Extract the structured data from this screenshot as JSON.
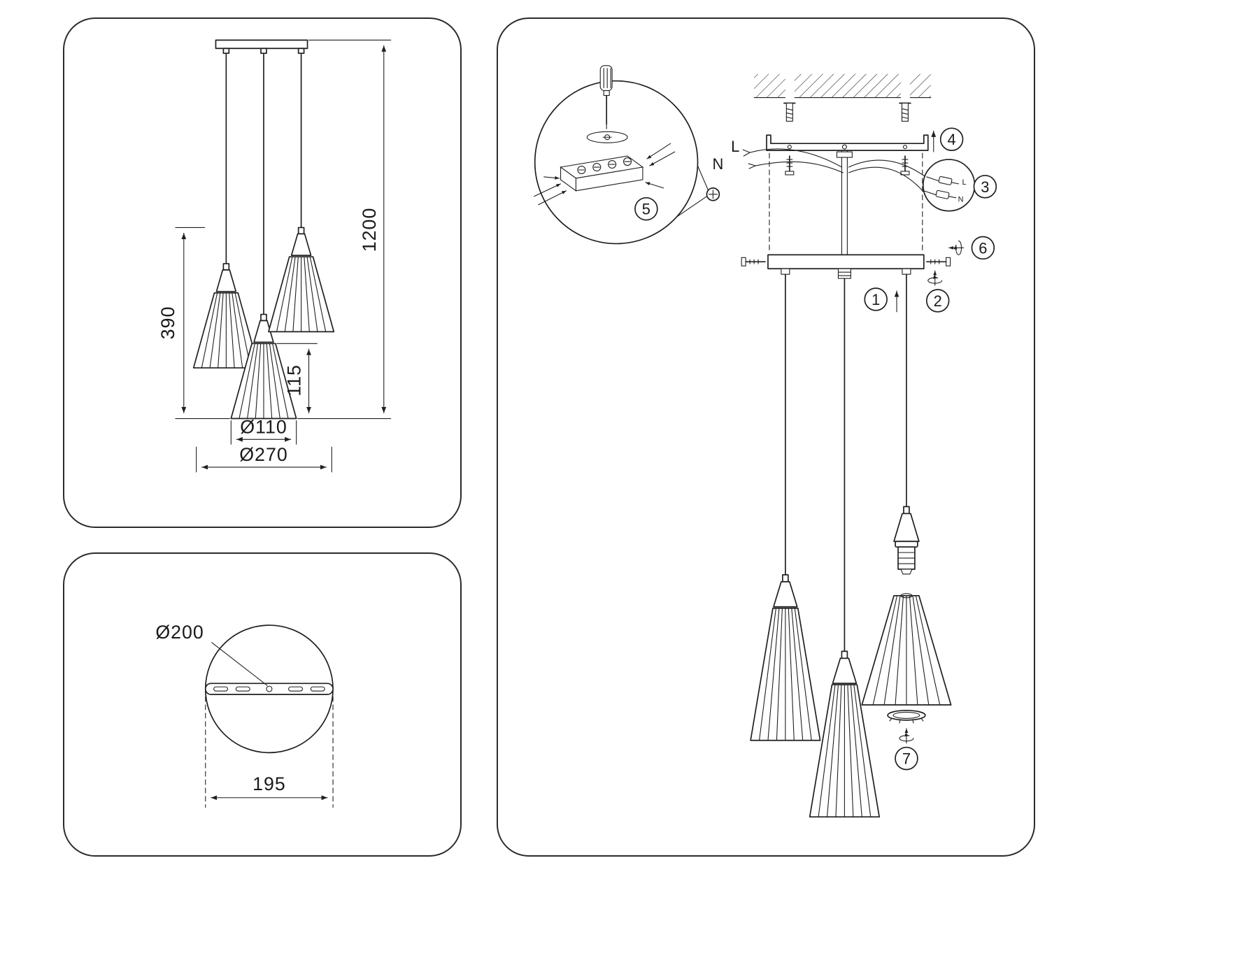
{
  "front_view": {
    "dim_total_height": "1200",
    "dim_pendant_drop": "390",
    "dim_shade_height": "115",
    "dim_shade_diameter": "Ø110",
    "dim_fixture_diameter": "Ø270"
  },
  "top_view": {
    "dim_canopy_diameter": "Ø200",
    "dim_mount_spacing": "195"
  },
  "installation": {
    "steps": {
      "s1": "1",
      "s2": "2",
      "s3": "3",
      "s4": "4",
      "s5": "5",
      "s6": "6",
      "s7": "7"
    },
    "wire_labels": {
      "neutral": "N",
      "live": "L",
      "connector_live": "L",
      "connector_neutral": "N"
    }
  },
  "colors": {
    "line": "#1f1f1f",
    "background": "#ffffff"
  }
}
